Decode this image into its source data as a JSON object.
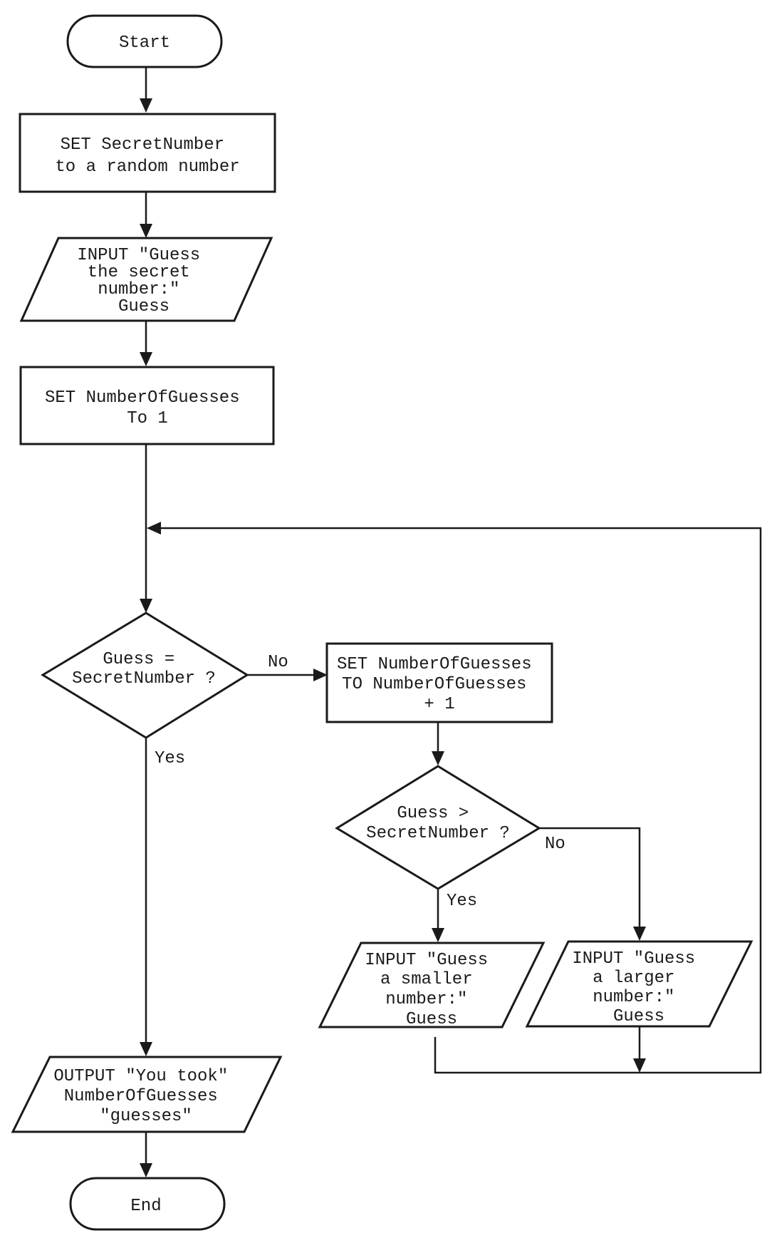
{
  "flowchart": {
    "start": {
      "lines": [
        "Start"
      ]
    },
    "set_secret": {
      "lines": [
        "SET SecretNumber",
        "to a random number"
      ]
    },
    "input_guess": {
      "lines": [
        "INPUT \"Guess",
        "the secret",
        "number:\"",
        "Guess"
      ]
    },
    "set_count": {
      "lines": [
        "SET NumberOfGuesses",
        "To 1"
      ]
    },
    "decision_equal": {
      "lines": [
        "Guess =",
        "SecretNumber ?"
      ]
    },
    "increment": {
      "lines": [
        "SET NumberOfGuesses",
        "TO NumberOfGuesses",
        "+ 1"
      ]
    },
    "decision_greater": {
      "lines": [
        "Guess >",
        "SecretNumber ?"
      ]
    },
    "input_smaller": {
      "lines": [
        "INPUT \"Guess",
        "a smaller",
        "number:\"",
        "Guess"
      ]
    },
    "input_larger": {
      "lines": [
        "INPUT \"Guess",
        "a larger",
        "number:\"",
        "Guess"
      ]
    },
    "output_result": {
      "lines": [
        "OUTPUT \"You took\"",
        "NumberOfGuesses",
        "\"guesses\""
      ]
    },
    "end": {
      "lines": [
        "End"
      ]
    },
    "labels": {
      "equal_no": "No",
      "equal_yes": "Yes",
      "greater_no": "No",
      "greater_yes": "Yes"
    }
  }
}
